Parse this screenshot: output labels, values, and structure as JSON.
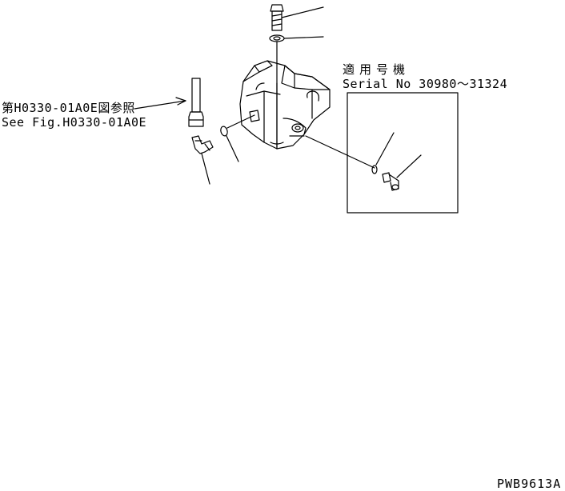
{
  "callouts": {
    "reference_ja": "第H0330-01A0E図参照",
    "reference_en": "See Fig.H0330-01A0E",
    "serial_title": "適用号機",
    "serial_range": "Serial No 30980～31324"
  },
  "drawing_code": "PWB9613A",
  "colors": {
    "line": "#000000",
    "background": "#ffffff"
  }
}
